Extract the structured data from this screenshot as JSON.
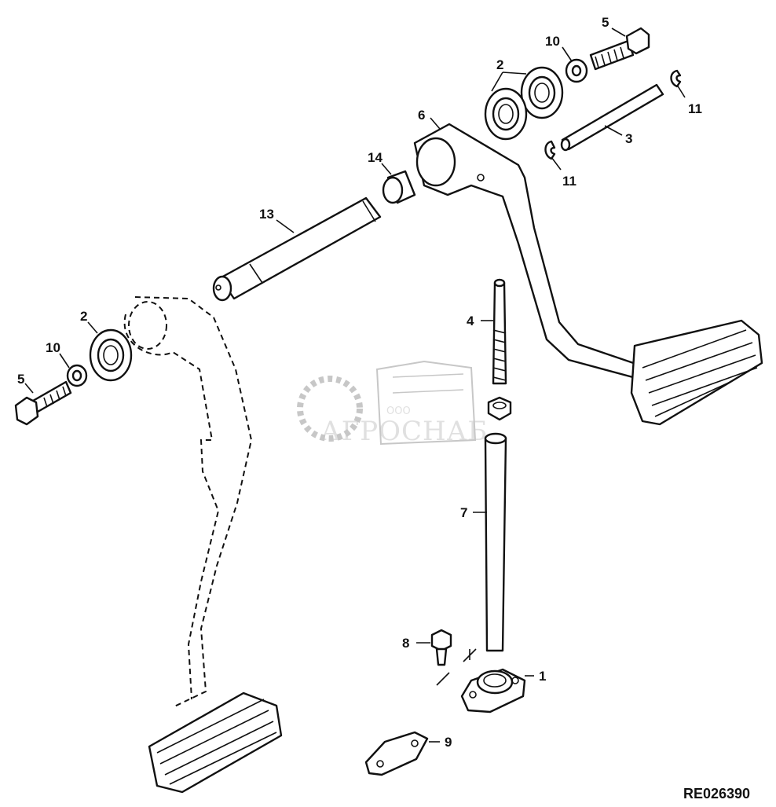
{
  "watermark": {
    "company_form": "ООО",
    "company_name": "АГРОСНАБ"
  },
  "reference_code": "RE026390",
  "callouts": {
    "c1": "1",
    "c2_upper": "2",
    "c2_lower": "2",
    "c3": "3",
    "c4": "4",
    "c5_upper": "5",
    "c5_lower": "5",
    "c6": "6",
    "c7": "7",
    "c8": "8",
    "c9": "9",
    "c10_upper": "10",
    "c10_lower": "10",
    "c11_upper": "11",
    "c11_lower": "11",
    "c13": "13",
    "c14": "14"
  },
  "colors": {
    "line": "#111111",
    "watermark": "#9a9a9a"
  }
}
